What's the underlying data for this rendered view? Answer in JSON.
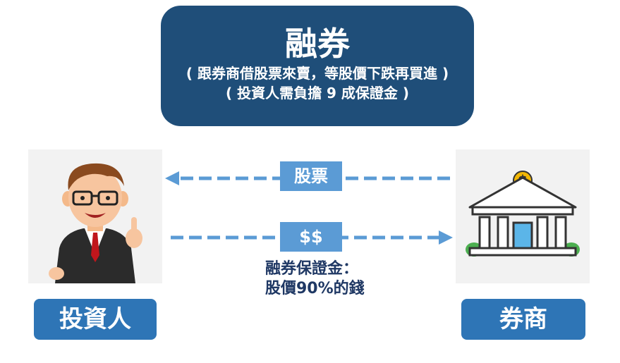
{
  "title": {
    "main": "融券",
    "line1": "( 跟券商借股票來賣，等股價下跌再買進 )",
    "line2": "( 投資人需負擔 9 成保證金 )"
  },
  "arrows": {
    "top_label": "股票",
    "bottom_label": "$$"
  },
  "note": {
    "line1": "融券保證金：",
    "line2": "股價90%的錢"
  },
  "roles": {
    "investor": "投資人",
    "broker": "券商"
  },
  "colors": {
    "title_bg": "#1f4e79",
    "role_bg": "#2e75b6",
    "label_bg": "#5b9bd5",
    "note_text": "#1f3864"
  }
}
